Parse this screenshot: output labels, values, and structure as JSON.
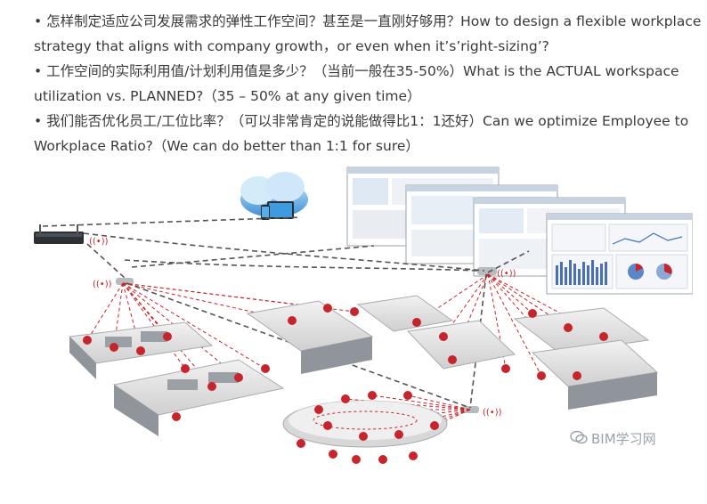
{
  "bullets": [
    {
      "line1": "• 怎样制定适应公司发展需求的弹性工作空间？甚至是一直刚好够用？How to design a flexible workplace",
      "line2": "strategy that aligns with company growth，or even when it’s’right-sizing’?"
    },
    {
      "line1": "• 工作空间的实际利用值/计划利用值是多少？（当前一般在35-50%）What is the ACTUAL workspace",
      "line2": "utilization vs. PLANNED?（35 – 50% at any given time）"
    },
    {
      "line1": "• 我们能否优化员工/工位比率？（可以非常肯定的说能做得比1：1还好）Can we optimize Employee to",
      "line2": "Workplace Ratio?（We can do better than 1:1 for sure）"
    }
  ],
  "watermark": {
    "text": "BIM学习网",
    "icon": "wechat-icon"
  },
  "colors": {
    "sensor_line": "#c8242b",
    "network_line": "#555555",
    "chair": "#c8242b",
    "desk": "#e3e3e3",
    "partition": "#9aa0a6",
    "cloud": "#3d8fd6"
  }
}
